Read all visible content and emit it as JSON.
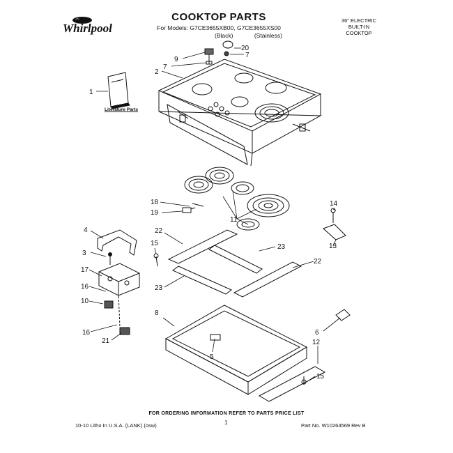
{
  "header": {
    "brand": "Whirlpool",
    "title": "COOKTOP PARTS",
    "models_line": "For Models: G7CE3655XB00, G7CE3655XS00",
    "variant_black": "(Black)",
    "variant_stainless": "(Stainless)",
    "category_line1": "36\" ELECTRIC",
    "category_line2": "BUILT-IN",
    "category_line3": "COOKTOP"
  },
  "literature_label": "Literature Parts",
  "footer": {
    "ordering_note": "FOR ORDERING INFORMATION REFER TO PARTS PRICE LIST",
    "print_info": "10-10 Litho In U.S.A. (LANK) (osw)",
    "page_mark": "1",
    "part_number": "Part No. W10264569 Rev B"
  },
  "callouts": [
    "1",
    "2",
    "3",
    "4",
    "5",
    "6",
    "7",
    "7",
    "8",
    "9",
    "10",
    "11",
    "12",
    "13",
    "14",
    "15",
    "15",
    "16",
    "16",
    "17",
    "18",
    "19",
    "20",
    "21",
    "22",
    "22",
    "23",
    "23"
  ],
  "colors": {
    "ink": "#111111",
    "paper": "#ffffff",
    "logo_bg": "#e8e8e8"
  }
}
